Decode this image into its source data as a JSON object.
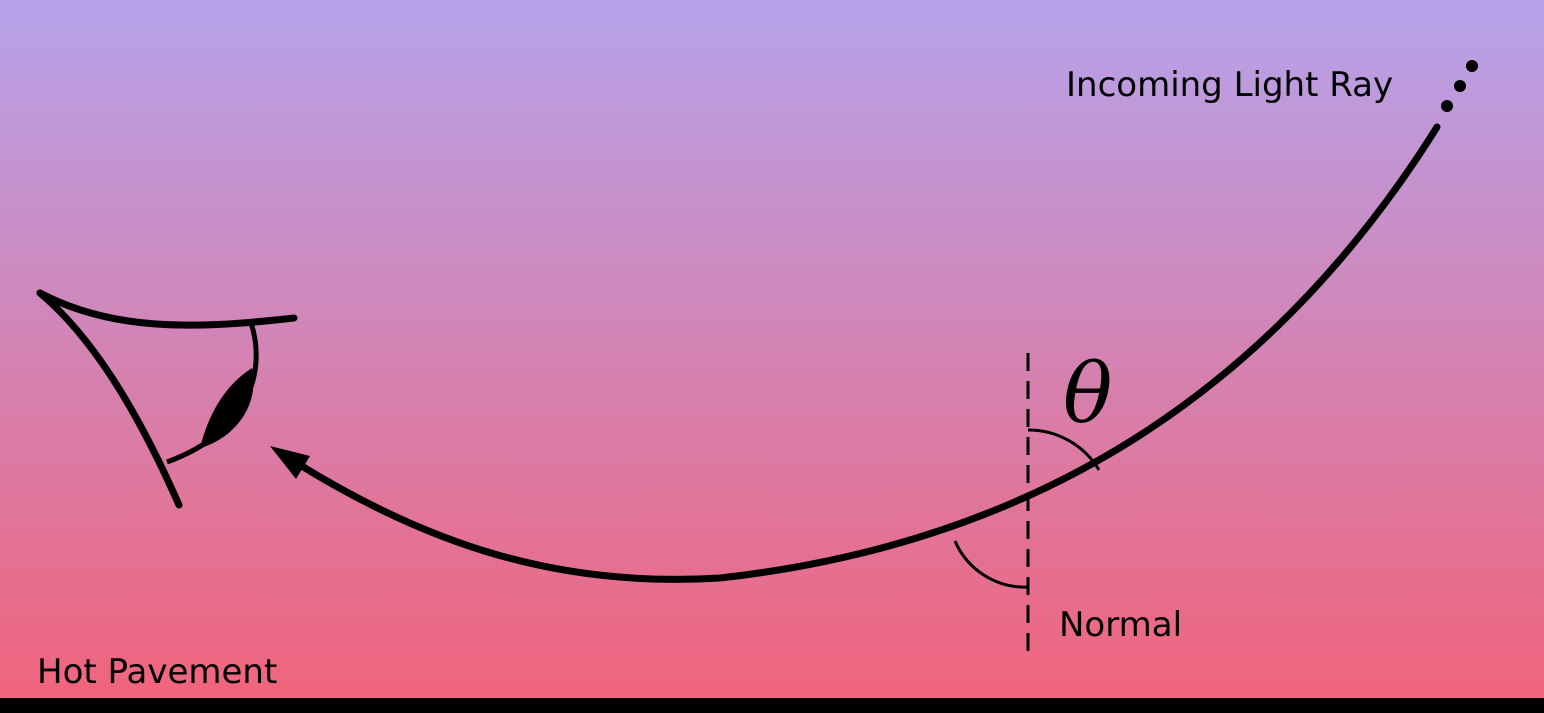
{
  "labels": {
    "incoming_ray": "Incoming Light Ray",
    "normal": "Normal",
    "angle": "θ",
    "ground": "Hot Pavement"
  },
  "colors": {
    "sky_top": "#b6a3eb",
    "sky_bottom": "#f0647c",
    "pavement": "#000000",
    "ink": "#000000"
  }
}
